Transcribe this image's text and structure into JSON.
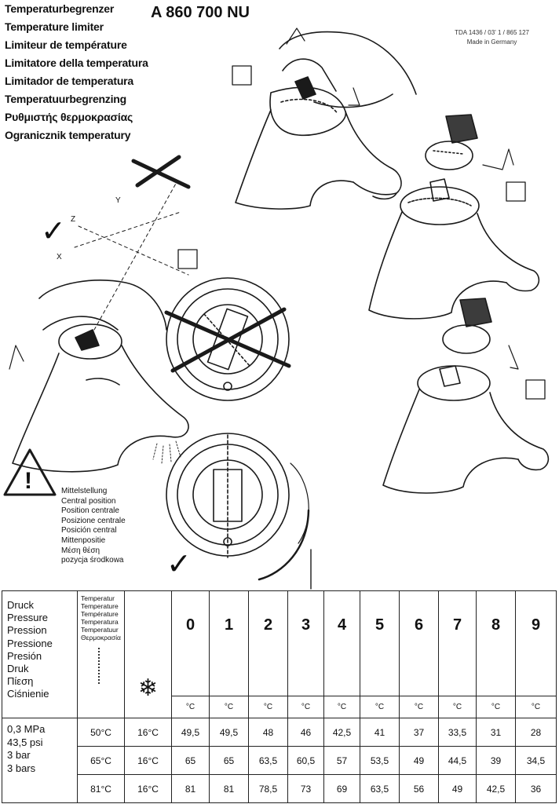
{
  "header": {
    "titles": [
      "Temperaturbegrenzer",
      "Temperature limiter",
      "Limiteur de température",
      "Limitatore della temperatura",
      "Limitador de temperatura",
      "Temperatuurbegrenzing",
      "Ρυθμιστής θερμοκρασίας",
      "Ogranicznik temperatury"
    ],
    "product_code": "A 860 700 NU",
    "doc_ref": "TDA 1436 / 03' 1 / 865 127",
    "made_in": "Made in Germany"
  },
  "illustration": {
    "axis_labels": [
      "X",
      "Y",
      "Z"
    ],
    "middle_position_labels": [
      "Mittelstellung",
      "Central position",
      "Position centrale",
      "Posizione centrale",
      "Posición central",
      "Mittenpositie",
      "Μέση θέση",
      "pozycja środkowa"
    ],
    "check_icon_glyph": "✓",
    "warning_icon_glyph": "!"
  },
  "table": {
    "left_header": [
      "Druck",
      "Pressure",
      "Pression",
      "Pressione",
      "Presión",
      "Druk",
      "Πίεση",
      "Ciśnienie"
    ],
    "temp_header": [
      "Temperatur",
      "Temperature",
      "Température",
      "Temperatura",
      "Temperatuur",
      "Θερμοκρασία"
    ],
    "cold_icon": "❄",
    "columns": [
      "0",
      "1",
      "2",
      "3",
      "4",
      "5",
      "6",
      "7",
      "8",
      "9"
    ],
    "unit": "°C",
    "pressure_conditions": [
      "0,3 MPa",
      "43,5 psi",
      "3 bar",
      "3 bars"
    ],
    "rows": [
      {
        "hot": "50°C",
        "cold": "16°C",
        "values": [
          "49,5",
          "49,5",
          "48",
          "46",
          "42,5",
          "41",
          "37",
          "33,5",
          "31",
          "28"
        ]
      },
      {
        "hot": "65°C",
        "cold": "16°C",
        "values": [
          "65",
          "65",
          "63,5",
          "60,5",
          "57",
          "53,5",
          "49",
          "44,5",
          "39",
          "34,5"
        ]
      },
      {
        "hot": "81°C",
        "cold": "16°C",
        "values": [
          "81",
          "81",
          "78,5",
          "73",
          "69",
          "63,5",
          "56",
          "49",
          "42,5",
          "36"
        ]
      }
    ]
  }
}
